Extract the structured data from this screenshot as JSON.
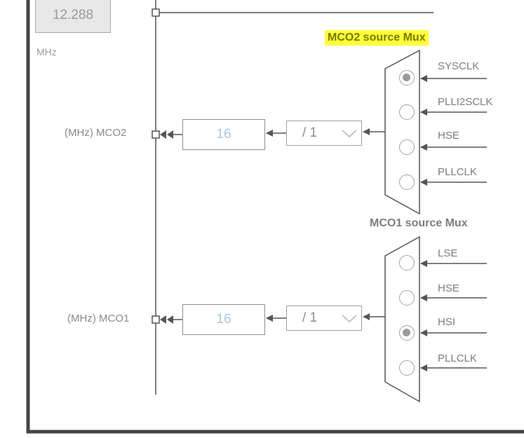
{
  "top_frequency": {
    "value": "12.288",
    "unit": "MHz"
  },
  "mco2": {
    "output_label": "(MHz) MCO2",
    "frequency": "16",
    "prescaler": "/ 1",
    "mux_title": "MCO2 source Mux",
    "sources": [
      {
        "label": "SYSCLK",
        "selected": true
      },
      {
        "label": "PLLI2SCLK",
        "selected": false
      },
      {
        "label": "HSE",
        "selected": false
      },
      {
        "label": "PLLCLK",
        "selected": false
      }
    ]
  },
  "mco1": {
    "output_label": "(MHz) MCO1",
    "frequency": "16",
    "prescaler": "/ 1",
    "mux_title": "MCO1 source Mux",
    "sources": [
      {
        "label": "LSE",
        "selected": false
      },
      {
        "label": "HSE",
        "selected": false
      },
      {
        "label": "HSI",
        "selected": true
      },
      {
        "label": "PLLCLK",
        "selected": false
      }
    ]
  },
  "colors": {
    "highlight": "#ffff3a",
    "wire": "#555555",
    "frame": "#444444",
    "value_text": "#aac8e0"
  }
}
